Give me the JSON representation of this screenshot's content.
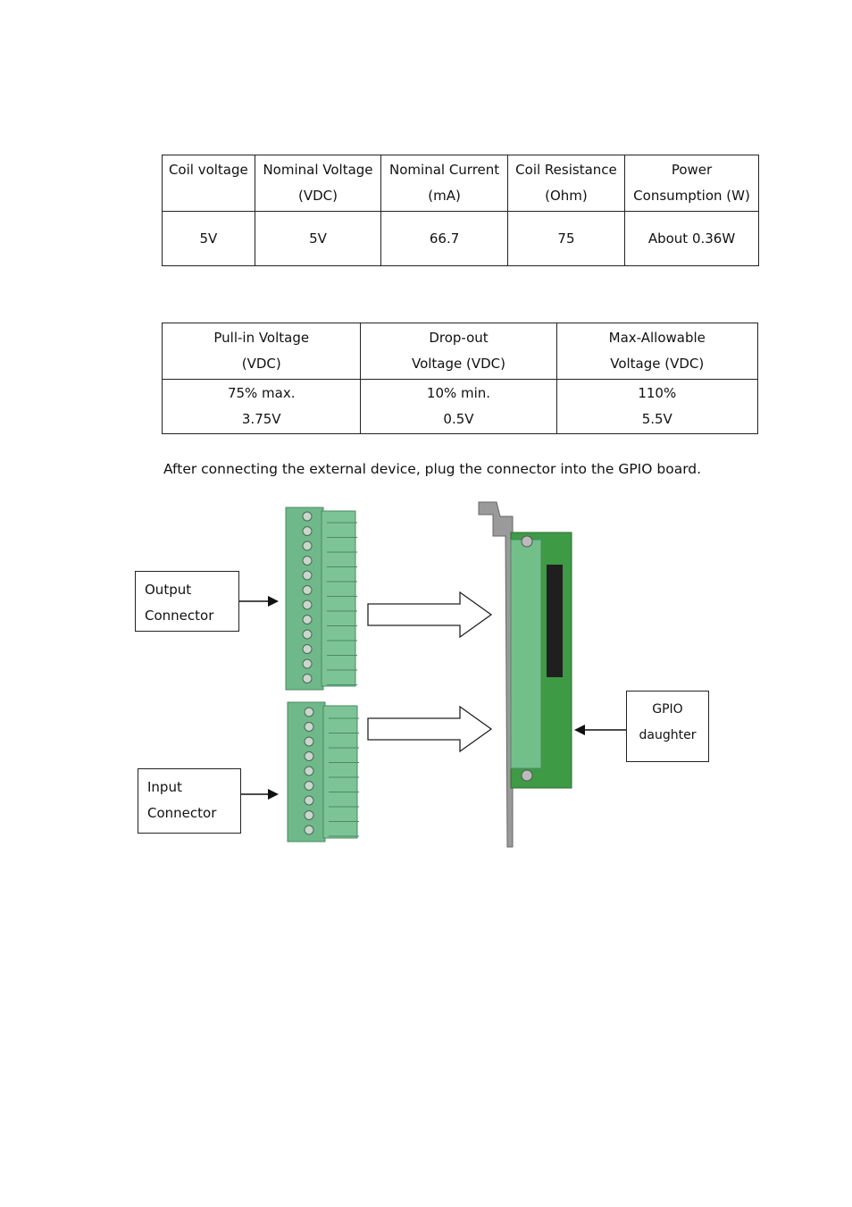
{
  "coil_table": {
    "headers": [
      [
        "Coil voltage",
        ""
      ],
      [
        "Nominal Voltage",
        "(VDC)"
      ],
      [
        "Nominal Current",
        "(mA)"
      ],
      [
        "Coil Resistance",
        "(Ohm)"
      ],
      [
        "Power",
        "Consumption (W)"
      ]
    ],
    "row": [
      "5V",
      "5V",
      "66.7",
      "75",
      "About 0.36W"
    ]
  },
  "voltage_table": {
    "headers": [
      [
        "Pull-in Voltage",
        "(VDC)"
      ],
      [
        "Drop-out",
        "Voltage (VDC)"
      ],
      [
        "Max-Allowable",
        "Voltage (VDC)"
      ]
    ],
    "row": [
      [
        "75% max.",
        "3.75V"
      ],
      [
        "10% min.",
        "0.5V"
      ],
      [
        "110%",
        "5.5V"
      ]
    ]
  },
  "instruction": "After connecting the external device, plug the connector into the GPIO board.",
  "labels": {
    "output_connector": [
      "Output",
      "Connector"
    ],
    "input_connector": [
      "Input",
      "Connector"
    ],
    "gpio_daughter": [
      "GPIO",
      "daughter"
    ]
  },
  "colors": {
    "connector_green": "#6fb88a",
    "board_green": "#3f9a45",
    "bracket_gray": "#9a9a9a"
  }
}
